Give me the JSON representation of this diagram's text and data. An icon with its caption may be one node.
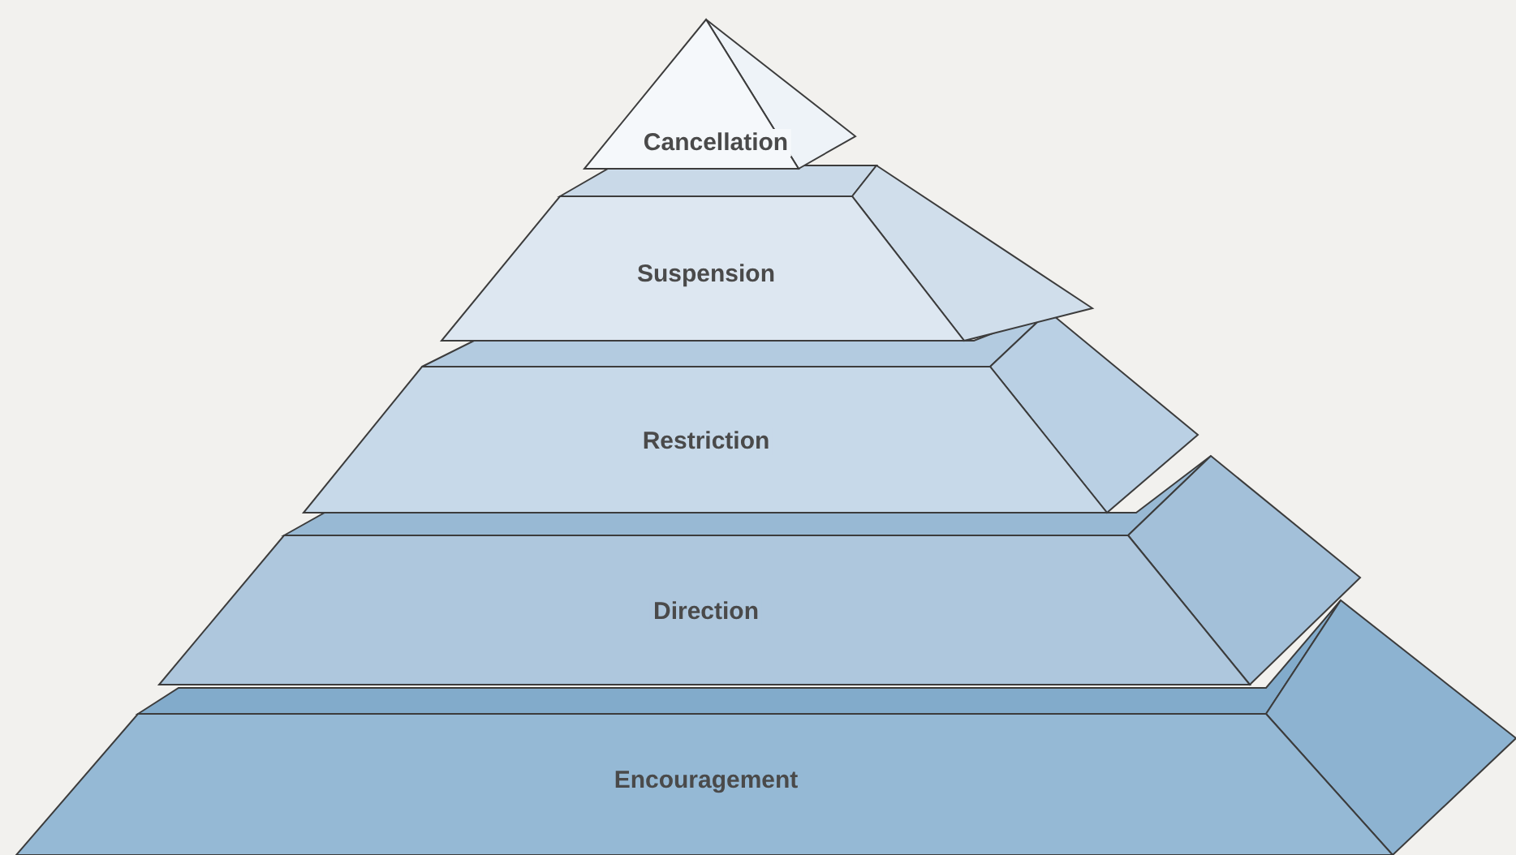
{
  "diagram": {
    "nodes": [
      {
        "text": [
          "Cancellation"
        ]
      },
      {
        "text": [
          "Suspension"
        ]
      },
      {
        "text": [
          "Restriction"
        ]
      },
      {
        "text": [
          "Direction"
        ]
      },
      {
        "text": [
          "Encouragement"
        ]
      }
    ]
  }
}
